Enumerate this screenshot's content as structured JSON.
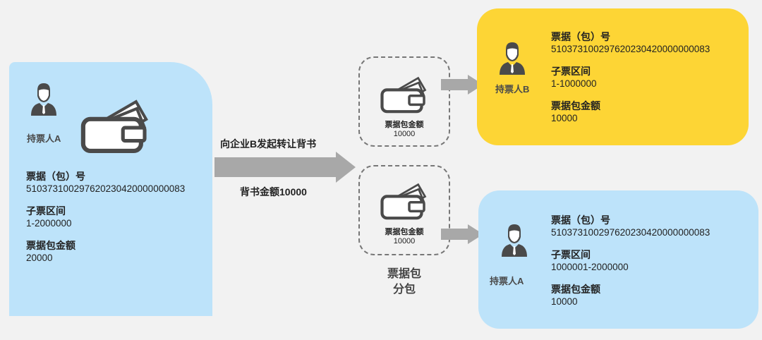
{
  "holder_a": {
    "name": "持票人A",
    "fields": [
      {
        "label": "票据（包）号",
        "value": "510373100297620230420000000083"
      },
      {
        "label": "子票区间",
        "value": "1-2000000"
      },
      {
        "label": "票据包金额",
        "value": "20000"
      }
    ]
  },
  "transfer": {
    "action": "向企业B发起转让背书",
    "amount": "背书金额10000"
  },
  "split": {
    "label_line1": "票据包",
    "label_line2": "分包",
    "packages": [
      {
        "label": "票据包金额",
        "value": "10000"
      },
      {
        "label": "票据包金额",
        "value": "10000"
      }
    ]
  },
  "holder_b": {
    "name": "持票人B",
    "fields": [
      {
        "label": "票据（包）号",
        "value": "510373100297620230420000000083"
      },
      {
        "label": "子票区间",
        "value": "1-1000000"
      },
      {
        "label": "票据包金额",
        "value": "10000"
      }
    ]
  },
  "holder_a_new": {
    "name": "持票人A",
    "fields": [
      {
        "label": "票据（包）号",
        "value": "510373100297620230420000000083"
      },
      {
        "label": "子票区间",
        "value": "1000001-2000000"
      },
      {
        "label": "票据包金额",
        "value": "10000"
      }
    ]
  },
  "colors": {
    "blue_panel": "#bde3fa",
    "yellow_panel": "#fdd535",
    "arrow": "#a8a8a8"
  }
}
